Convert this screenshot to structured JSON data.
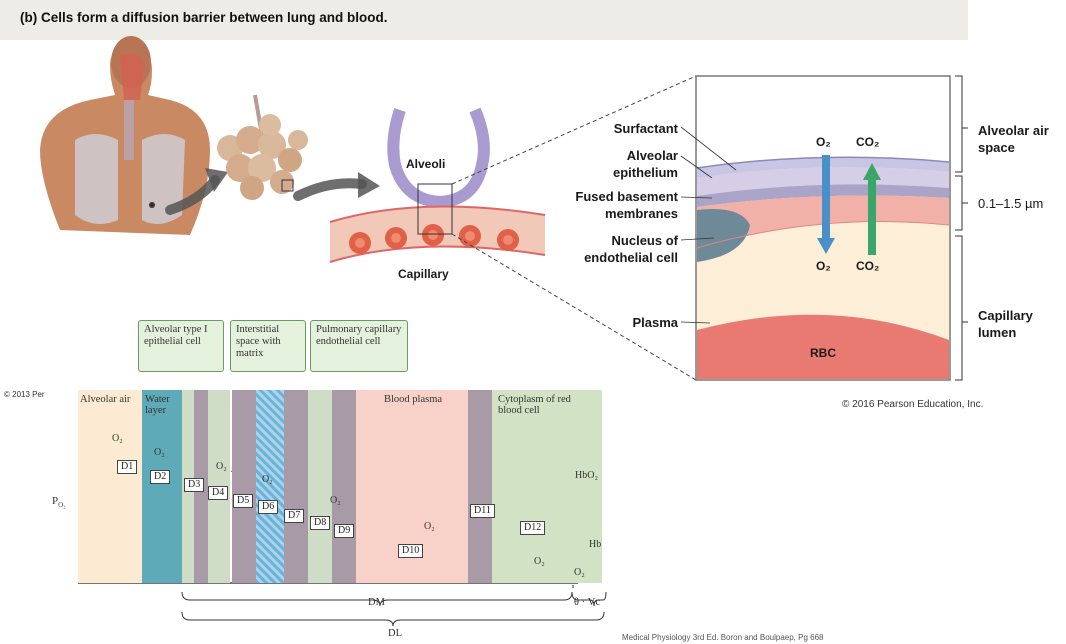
{
  "title": "(b) Cells form a diffusion barrier between lung and blood.",
  "top_illustration": {
    "alveoli_label": "Alveoli",
    "capillary_label": "Capillary"
  },
  "zoom_panel": {
    "left_labels": {
      "surfactant": "Surfactant",
      "alveolar_epithelium": "Alveolar epithelium",
      "fused_basement": "Fused basement membranes",
      "nucleus": "Nucleus of endothelial cell",
      "plasma": "Plasma"
    },
    "right_labels": {
      "alveolar_air_space": "Alveolar air space",
      "thickness": "0.1–1.5 µm",
      "capillary_lumen": "Capillary lumen"
    },
    "rbc_label": "RBC",
    "gas_top_o2": "O₂",
    "gas_top_co2": "CO₂",
    "gas_bottom_o2": "O₂",
    "gas_bottom_co2": "CO₂",
    "colors": {
      "o2_arrow": "#4a90c8",
      "co2_arrow": "#3aa66a"
    }
  },
  "copyright_pearson": "© 2016 Pearson Education, Inc.",
  "copyright_2013": "© 2013 Per",
  "source_note": "Medical Physiology 3rd Ed. Boron and Boulpaep, Pg 668",
  "lower_diagram": {
    "callouts": {
      "alveolar_type1": "Alveolar type I epithelial cell",
      "interstitial": "Interstitial space with matrix",
      "pulmonary_capillary": "Pulmonary capillary endothelial cell"
    },
    "regions": {
      "alveolar_air": "Alveolar air",
      "water_layer": "Water layer",
      "blood_plasma": "Blood plasma",
      "cytoplasm": "Cytoplasm of red blood cell"
    },
    "y_axis_label": "P",
    "y_axis_sub": "O₂",
    "o2": "O₂",
    "d_labels": [
      "D1",
      "D2",
      "D3",
      "D4",
      "D5",
      "D6",
      "D7",
      "D8",
      "D9",
      "D10",
      "D11",
      "D12"
    ],
    "hbo2": "HbO₂",
    "hb": "Hb",
    "dm": "DM",
    "theta_vc": "θ · Vc",
    "dl": "DL"
  }
}
